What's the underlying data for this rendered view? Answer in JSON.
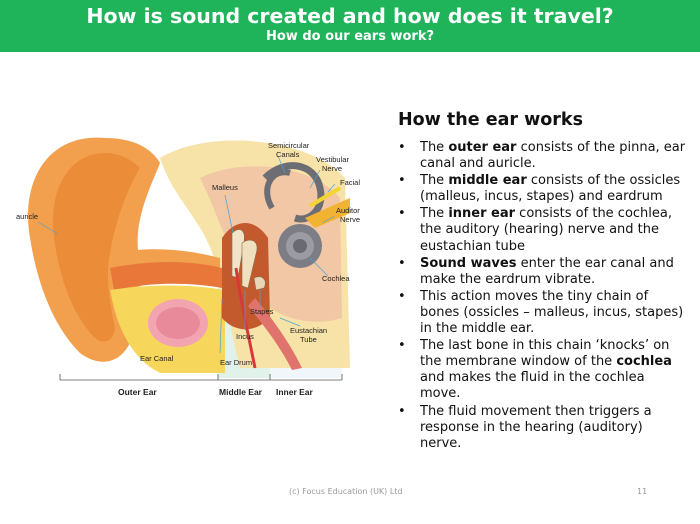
{
  "header": {
    "title": "How is sound created and how does it travel?",
    "subtitle": "How do our ears work?"
  },
  "diagram": {
    "labels": {
      "semicircular_canals_1": "Semicircular",
      "semicircular_canals_2": "Canals",
      "vestibular_nerve_1": "Vestibular",
      "vestibular_nerve_2": "Nerve",
      "facial_nerve": "Facial Nerve",
      "auditory_nerve_1": "Auditory",
      "auditory_nerve_2": "Nerve",
      "malleus": "Malleus",
      "auricle": "auricle",
      "cochlea": "Cochlea",
      "stapes": "Stapes",
      "incus": "Incus",
      "eustachian_tube_1": "Eustachian",
      "eustachian_tube_2": "Tube",
      "ear_canal": "Ear Canal",
      "ear_drum": "Ear Drum"
    },
    "sections": {
      "outer": "Outer Ear",
      "middle": "Middle Ear",
      "inner": "Inner Ear"
    }
  },
  "content": {
    "heading": "How the ear works",
    "bullets": [
      {
        "pre": "The ",
        "bold": "outer ear",
        "post": " consists of the pinna, ear canal and auricle."
      },
      {
        "pre": "The ",
        "bold": "middle ear",
        "post": " consists of the ossicles (malleus, incus, stapes) and eardrum"
      },
      {
        "pre": "The ",
        "bold": "inner ear",
        "post": " consists of the cochlea, the auditory (hearing) nerve and the eustachian tube"
      },
      {
        "pre": "",
        "bold": "Sound waves",
        "post": " enter the ear canal and make the eardrum vibrate."
      },
      {
        "pre": "This action moves the tiny chain of bones (ossicles – malleus, incus, stapes) in the middle ear.",
        "bold": "",
        "post": ""
      },
      {
        "pre": "The last bone in this chain ‘knocks’ on the membrane window of the ",
        "bold": "cochlea",
        "post": " and makes the fluid in the cochlea move."
      },
      {
        "pre": "The fluid movement then triggers a response in the hearing (auditory) nerve.",
        "bold": "",
        "post": ""
      }
    ]
  },
  "footer": {
    "copyright": "(c) Focus Education (UK) Ltd",
    "page_number": "11"
  }
}
